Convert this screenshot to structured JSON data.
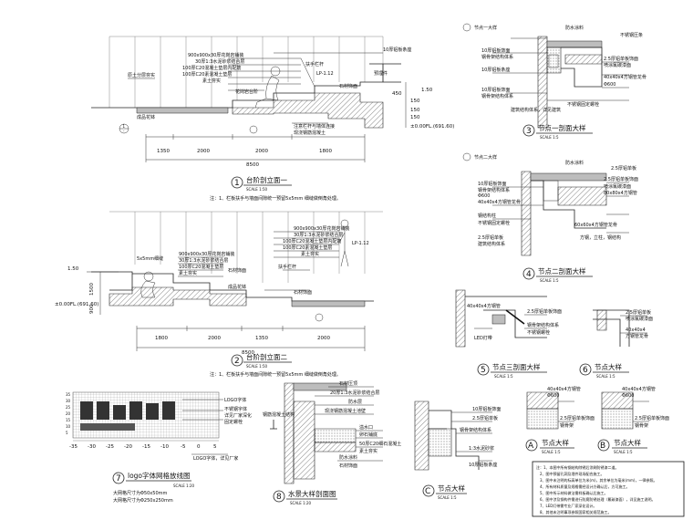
{
  "elevation1": {
    "number": "1",
    "title": "台阶剖立面一",
    "scale": "SCALE    1:50",
    "total_dim": "8500",
    "dims": [
      "1350",
      "2000",
      "2000",
      "1800"
    ],
    "levels": [
      "±0.00FL.(691.60)",
      "1.50"
    ],
    "note": "注：1、栏板扶手与墙面间隙统一预留5x5mm 细缝做倒角处理。",
    "callout_up": "1",
    "callout_up_sheet": "-",
    "step_dims": [
      "150",
      "150",
      "150",
      "450"
    ],
    "labels": [
      "10厚铝板条座",
      "900x900x30厚花岗岩铺装",
      "30厚1:3水泥砂浆结合层",
      "100厚C20混凝土垫层内配筋",
      "100厚C20素混凝土垫层",
      "素土夯实",
      "扶手栏杆",
      "LP-1.12",
      "原土分层夯实",
      "花岗岩台阶",
      "注意栏杆与墙体连接",
      "石材饰面",
      "现浇钢筋混凝土",
      "预埋件",
      "成品花钵"
    ]
  },
  "elevation2": {
    "number": "2",
    "title": "台阶剖立面二",
    "scale": "SCALE    1:50",
    "total_dim": "8500",
    "dims": [
      "1800",
      "2000",
      "1350",
      "2000"
    ],
    "levels": [
      "1.50",
      "±0.00FL.(691.60)"
    ],
    "left_dims": [
      "1500",
      "900"
    ],
    "note": "注：1、栏板扶手与墙面间隙统一预留5x5mm 细缝做倒角处理。",
    "labels": [
      "900x900x30厚花岗岩铺装",
      "30厚1:3水泥砂浆结合层",
      "100厚C20混凝土垫层内配筋",
      "100厚C20素混凝土垫层",
      "素土夯实",
      "LP-1.12",
      "5x5mm细缝",
      "900x900x30厚花岗岩铺装",
      "30厚1:3水泥砂浆结合层",
      "100厚C20混凝土垫层",
      "素土夯实",
      "石材饰面",
      "成品花钵",
      "扶手栏杆",
      "石材饰面"
    ]
  },
  "detail3": {
    "number": "3",
    "title": "节点一剖面大样",
    "scale": "SCALE    1:5",
    "marker": "节点一大样",
    "labels": [
      "防水涂料",
      "不锈钢压条",
      "10厚铝板饰面",
      "钢骨架结构体系",
      "2.5厚铝单板饰面",
      "喷涂氟碳漆面",
      "40x40x4方钢管龙骨",
      "Φ600",
      "10厚铝板条座",
      "10厚铝板饰面",
      "钢骨架结构体系",
      "不锈钢固定螺栓",
      "建筑结构体系，详见建筑"
    ]
  },
  "detail4": {
    "number": "4",
    "title": "节点二剖面大样",
    "scale": "SCALE    1:5",
    "marker": "节点二大样",
    "labels": [
      "防水涂料",
      "2.5厚铝单板",
      "10厚铝板饰面",
      "钢骨架结构体系",
      "Φ600",
      "40x40x4方钢管龙骨",
      "2.5厚铝单板饰面",
      "喷涂氟碳漆面",
      "80x80x4方钢管",
      "60x60x4方钢管龙骨",
      "钢结构柱",
      "不锈钢固定螺栓",
      "2.5厚铝单板",
      "建筑结构体系",
      "方钢，立柱，钢结构"
    ]
  },
  "detail5": {
    "number": "5",
    "title": "节点三剖面大样",
    "scale": "SCALE    1:5",
    "labels": [
      "LED灯带",
      "2.5厚铝单板饰面",
      "钢骨架结构体系",
      "不锈钢螺栓",
      "40x40x4方钢管"
    ]
  },
  "detail6": {
    "number": "6",
    "title": "节点大样",
    "scale": "SCALE    1:5",
    "labels": [
      "2.5厚铝单板",
      "喷涂氟碳漆面",
      "40x40x4",
      "方钢管龙骨"
    ]
  },
  "detailA": {
    "letter": "A",
    "title": "节点大样",
    "scale": "SCALE    1:5",
    "labels": [
      "40x40x4方钢管",
      "Φ600",
      "2.5厚铝单板饰面",
      "钢骨架"
    ]
  },
  "detailB": {
    "letter": "B",
    "title": "节点大样",
    "scale": "SCALE    1:5",
    "labels": [
      "40x40x4方钢管",
      "Φ600",
      "2.5厚铝单板饰面",
      "钢骨架"
    ]
  },
  "detailC": {
    "letter": "C",
    "title": "节点大样",
    "scale": "SCALE    1:5",
    "labels": [
      "10厚铝板饰面",
      "2.5厚铝单板",
      "钢骨架结构体系",
      "1:3水泥砂浆",
      "10厚铝板条座"
    ]
  },
  "detail7": {
    "number": "7",
    "title": "logo字体网格放线图",
    "scale": "SCALE    1:20",
    "axis_ticks": [
      "-35",
      "-30",
      "-25",
      "-20",
      "-15",
      "-10",
      "-5",
      "0"
    ],
    "axis_right": "5",
    "y_ticks": [
      "35",
      "30",
      "25",
      "20",
      "15",
      "10",
      "5"
    ],
    "labels": [
      "LOGO字体",
      "不锈钢字体",
      "详见厂家深化",
      "固定螺栓",
      "LOGO字体，详见厂家"
    ],
    "specs": [
      "大网格尺寸为Φ50x50mm",
      "大网格尺寸为Φ250x250mm"
    ]
  },
  "detail8": {
    "number": "8",
    "title": "水景大样剖面图",
    "scale": "SCALE    1:20",
    "labels": [
      "石材压顶",
      "20厚1:3水泥砂浆结合层",
      "防水层",
      "现浇钢筋混凝土池壁",
      "溢水口",
      "卵石铺底",
      "50厚C20细石混凝土",
      "素土夯实",
      "防水涂料",
      "石材饰面",
      "钢筋混凝土结构"
    ]
  },
  "notes": {
    "lines": [
      "注：1、本图中所有钢结构除锈后涂刷防锈漆二道。",
      "2、图中预留孔洞及埋件现场配合施工。",
      "3、图中未注明的标高单位为米(m)，其余单位为毫米(mm)，一律参照。",
      "4、所有材料质量及规格需经设计方确认后，方可施工。",
      "5、图中所示材料做法需样板确认后施工。",
      "6、图中涉及钢构件需进行防腐防锈处理（氟碳漆面），详见施工说明。",
      "7、LED灯带需专业厂家深化设计。",
      "8、其他未注明事项参照国家相关规范施工。"
    ]
  }
}
